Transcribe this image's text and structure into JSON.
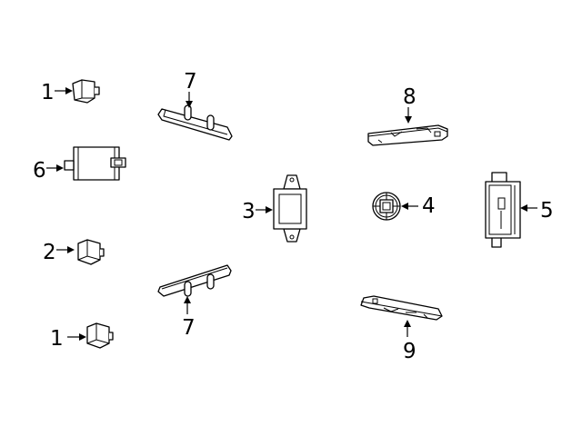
{
  "callouts": {
    "c1_top": "1",
    "c7_top": "7",
    "c8": "8",
    "c6": "6",
    "c3": "3",
    "c4": "4",
    "c5": "5",
    "c2": "2",
    "c7_bottom": "7",
    "c9": "9",
    "c1_bottom": "1"
  }
}
